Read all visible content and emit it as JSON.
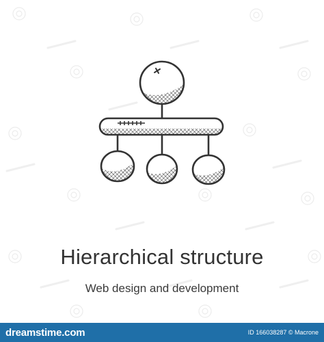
{
  "title": "Hierarchical structure",
  "subtitle": "Web design and development",
  "footer": {
    "logo_text": "dreamstime.com",
    "id_text": "ID 166038287 © Macrone"
  },
  "icon": {
    "name": "hierarchical-structure-icon",
    "stroke_color": "#333333"
  },
  "colors": {
    "background": "#ffffff",
    "text": "#333333",
    "footer_bar": "#1f6fa8",
    "watermark": "#e3e3e3"
  }
}
